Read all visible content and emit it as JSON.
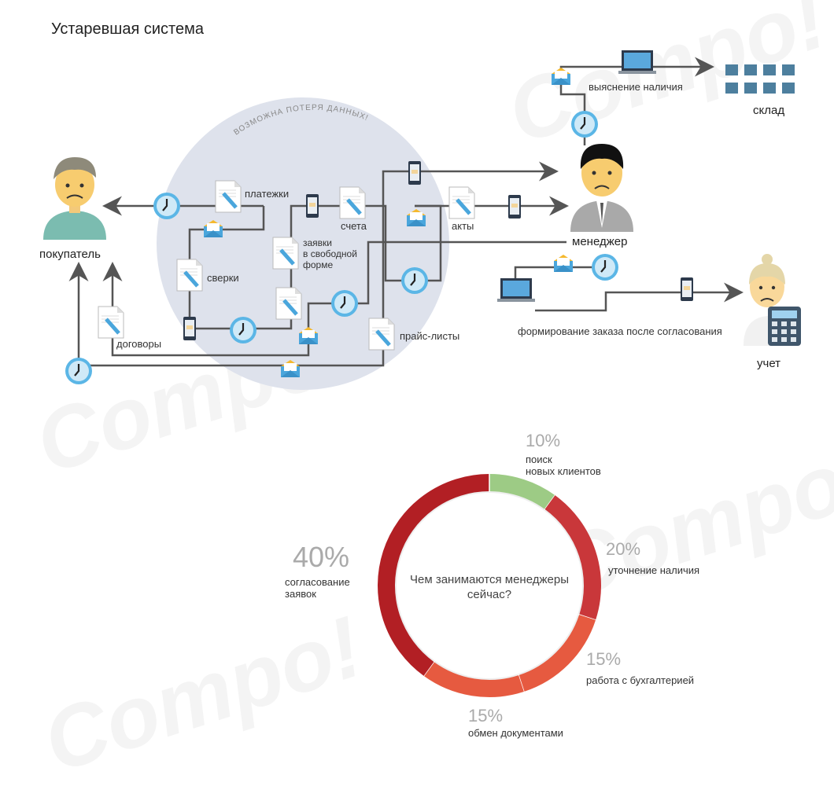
{
  "title": "Устаревшая система",
  "watermark": "Compo!",
  "zone_label": "ВОЗМОЖНА ПОТЕРЯ ДАННЫХ!",
  "actors": {
    "buyer": "покупатель",
    "manager": "менеджер",
    "warehouse": "склад",
    "accounting": "учет"
  },
  "flows": {
    "check_stock": "выяснение наличия",
    "order_forming": "формирование заказа после согласования"
  },
  "documents": {
    "payments": "платежки",
    "invoices": "счета",
    "acts": "акты",
    "requests": [
      "заявки",
      "в свободной",
      "форме"
    ],
    "reconciliations": "сверки",
    "contracts": "договоры",
    "price_lists": "прайс-листы"
  },
  "chart_data": {
    "type": "pie",
    "title": [
      "Чем занимаются менеджеры",
      "сейчас?"
    ],
    "slices": [
      {
        "label": [
          "поиск",
          "новых клиентов"
        ],
        "value": 10,
        "pct": "10%",
        "color": "#9dcb85"
      },
      {
        "label": [
          "уточнение наличия"
        ],
        "value": 20,
        "pct": "20%",
        "color": "#c9373a"
      },
      {
        "label": [
          "работа с бухгалтерией"
        ],
        "value": 15,
        "pct": "15%",
        "color": "#e65a40"
      },
      {
        "label": [
          "обмен документами"
        ],
        "value": 15,
        "pct": "15%",
        "color": "#e65a40"
      },
      {
        "label": [
          "согласование",
          "заявок"
        ],
        "value": 40,
        "pct": "40%",
        "color": "#b21f24"
      }
    ]
  }
}
